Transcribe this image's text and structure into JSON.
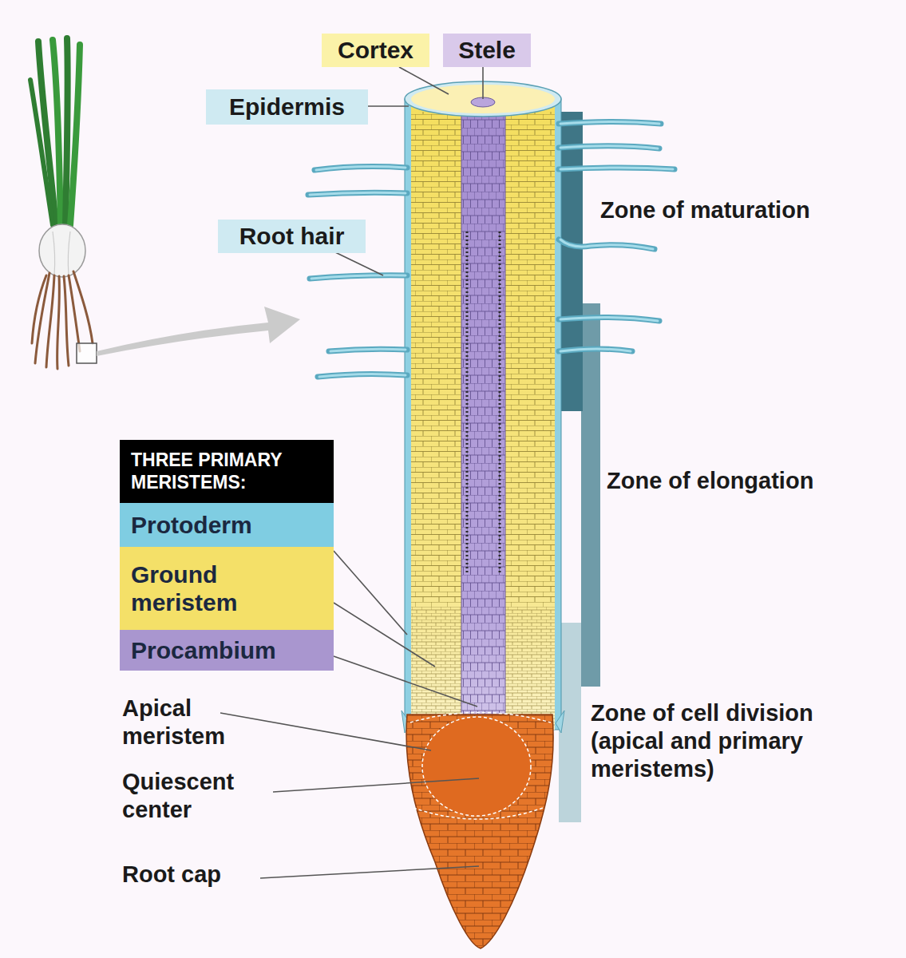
{
  "diagram": {
    "nodes": [
      {
        "text": [
          "Cortex"
        ]
      },
      {
        "text": [
          "Stele"
        ]
      },
      {
        "text": [
          "Epidermis"
        ]
      },
      {
        "text": [
          "Root hair"
        ]
      },
      {
        "text": [
          "THREE PRIMARY MERISTEMS:"
        ]
      },
      {
        "text": [
          "Protoderm"
        ]
      },
      {
        "text": [
          "Ground meristem"
        ]
      },
      {
        "text": [
          "Procambium"
        ]
      }
    ],
    "labels": [
      "Zone of maturation",
      "Zone of elongation",
      "Zone of cell division (apical and primary meristems)",
      "Apical meristem",
      "Quiescent center",
      "Root cap"
    ]
  }
}
